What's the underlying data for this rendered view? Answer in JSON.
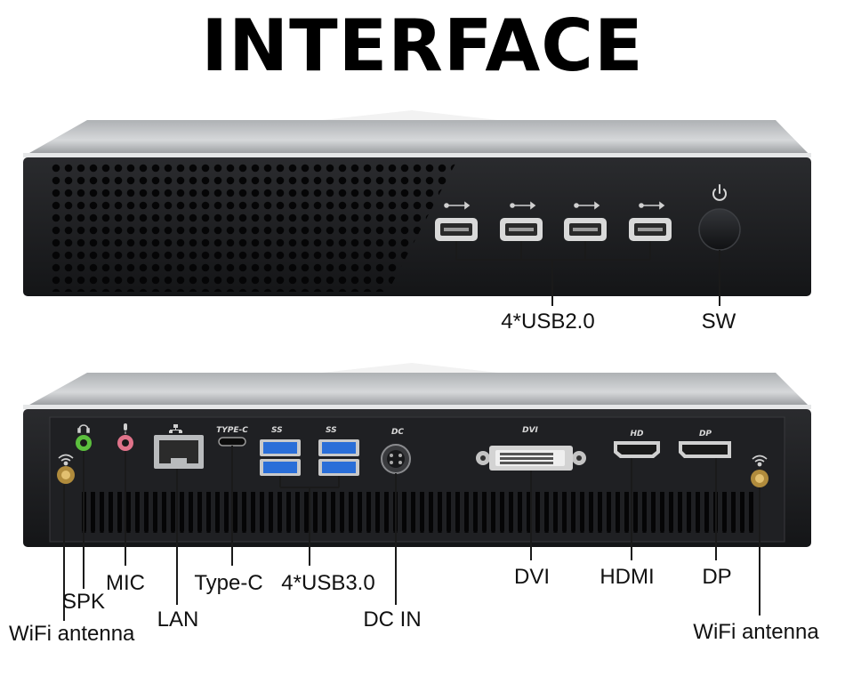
{
  "title": "INTERFACE",
  "front_panel": {
    "usb_label": "4*USB2.0",
    "power_label": "SW"
  },
  "rear_panel": {
    "wifi_left": "WiFi antenna",
    "spk": "SPK",
    "mic": "MIC",
    "lan": "LAN",
    "typec": "Type-C",
    "usb3": "4*USB3.0",
    "dcin": "DC IN",
    "dvi": "DVI",
    "hdmi": "HDMI",
    "dp": "DP",
    "wifi_right": "WiFi antenna"
  },
  "port_markings": {
    "typec": "TYPE-C",
    "ss1": "SS",
    "ss2": "SS",
    "dc": "DC",
    "dvi": "DVI",
    "hd": "HD",
    "dp": "DP"
  },
  "colors": {
    "case_top": "#c4c6c8",
    "case_face": "#1c1d1f",
    "usb3_blue": "#2a6ed8",
    "spk_green": "#5cbf3e",
    "mic_pink": "#e0738a"
  }
}
